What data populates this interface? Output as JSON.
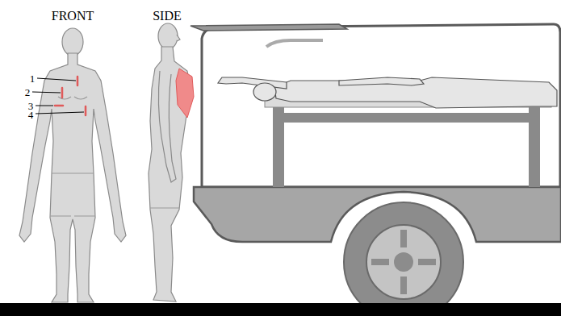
{
  "diagram": {
    "labels": [
      "FRONT",
      "SIDE",
      "1",
      "2",
      "3",
      "4"
    ]
  }
}
